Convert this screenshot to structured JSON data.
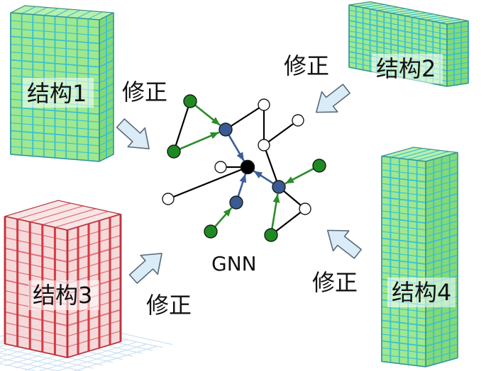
{
  "structures": [
    {
      "label": "结构1"
    },
    {
      "label": "结构2"
    },
    {
      "label": "结构3"
    },
    {
      "label": "结构4"
    }
  ],
  "corrections": [
    {
      "label": "修正"
    },
    {
      "label": "修正"
    },
    {
      "label": "修正"
    },
    {
      "label": "修正"
    }
  ],
  "gnn": {
    "label": "GNN"
  },
  "palette": {
    "node_green": "#1f8a24",
    "node_blue": "#3a5a94",
    "node_black": "#000000",
    "node_white": "#ffffff",
    "node_stroke": "#1a1a1a",
    "edge_black": "#000000",
    "arrow_green": "#2a8c2a",
    "arrow_blue": "#3b5d9a",
    "building_green": "#9ee88f",
    "building_green_side": "#84d977",
    "building_green_top": "#b8f1ac",
    "building_cyan": "#3bbfd0",
    "building_red": "#d63a42",
    "building_red_face": "#f3d3d5",
    "ground_grid": "#c5dcf0",
    "correction_arrow_fill": "#d9ecf8",
    "correction_arrow_stroke": "#5a6a78"
  }
}
